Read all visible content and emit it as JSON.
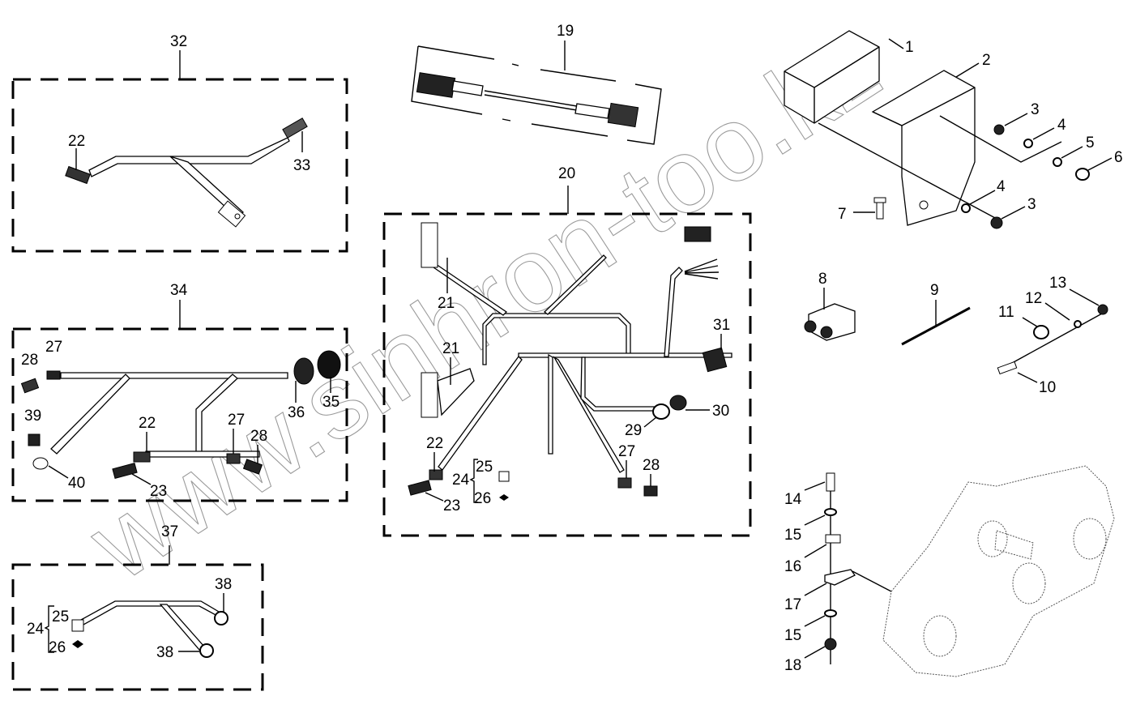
{
  "diagram": {
    "type": "exploded-parts-diagram",
    "watermark": "www.sinhron-too.kz",
    "groups": [
      {
        "id": "32",
        "label": "32",
        "callouts": [
          "22",
          "33"
        ]
      },
      {
        "id": "34",
        "label": "34",
        "callouts": [
          "27",
          "28",
          "39",
          "40",
          "22",
          "23",
          "27",
          "28",
          "36",
          "35"
        ]
      },
      {
        "id": "37",
        "label": "37",
        "callouts": [
          "24",
          "25",
          "26",
          "38",
          "38"
        ]
      },
      {
        "id": "19",
        "label": "19",
        "callouts": []
      },
      {
        "id": "20",
        "label": "20",
        "callouts": [
          "21",
          "21",
          "22",
          "23",
          "24",
          "25",
          "26",
          "27",
          "28",
          "29",
          "30",
          "31"
        ]
      }
    ],
    "labels": {
      "g32": "32",
      "g32_22": "22",
      "g32_33": "33",
      "g34": "34",
      "g34_27a": "27",
      "g34_28a": "28",
      "g34_39": "39",
      "g34_40": "40",
      "g34_22": "22",
      "g34_23": "23",
      "g34_27b": "27",
      "g34_28b": "28",
      "g34_36": "36",
      "g34_35": "35",
      "g37": "37",
      "g37_24": "24",
      "g37_25": "25",
      "g37_26": "26",
      "g37_38a": "38",
      "g37_38b": "38",
      "g19": "19",
      "g20": "20",
      "g20_21a": "21",
      "g20_21b": "21",
      "g20_22": "22",
      "g20_23": "23",
      "g20_24": "24",
      "g20_25": "25",
      "g20_26": "26",
      "g20_27": "27",
      "g20_28": "28",
      "g20_29": "29",
      "g20_30": "30",
      "g20_31": "31",
      "p1": "1",
      "p2": "2",
      "p3a": "3",
      "p4a": "4",
      "p5": "5",
      "p6": "6",
      "p7": "7",
      "p4b": "4",
      "p3b": "3",
      "p8": "8",
      "p9": "9",
      "p10": "10",
      "p11": "11",
      "p12": "12",
      "p13": "13",
      "p14": "14",
      "p15a": "15",
      "p16": "16",
      "p17": "17",
      "p15b": "15",
      "p18": "18"
    }
  }
}
